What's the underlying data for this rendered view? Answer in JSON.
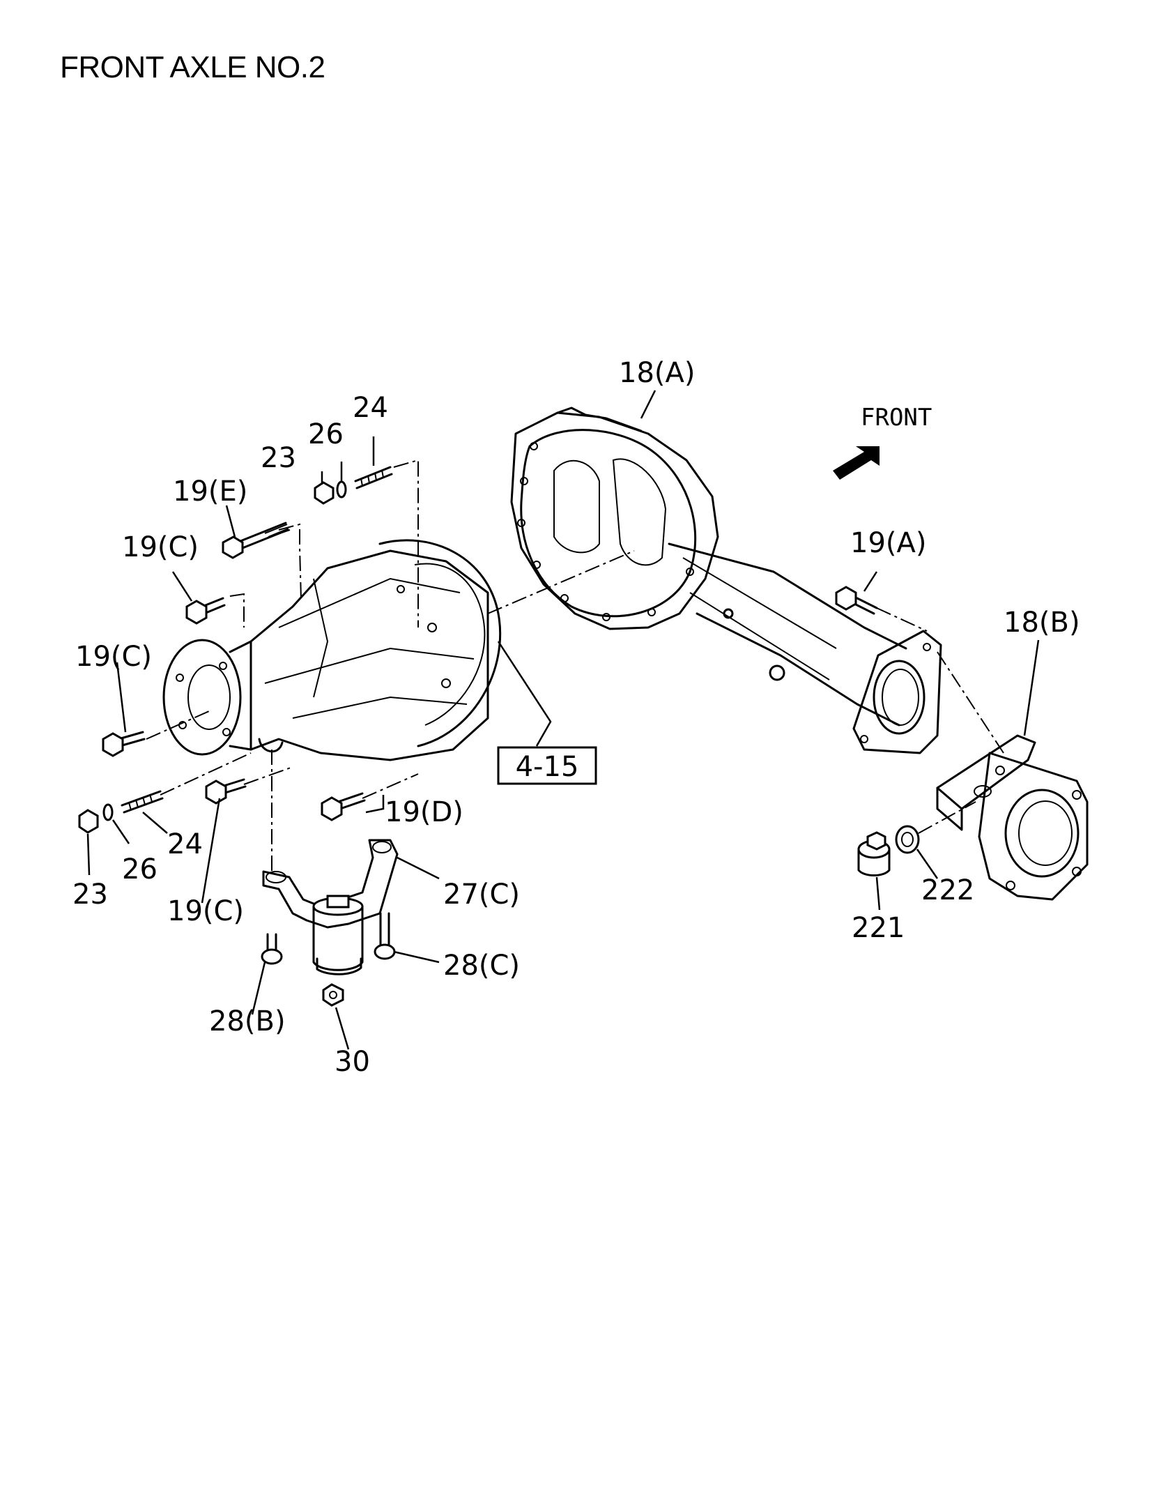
{
  "title": "FRONT AXLE NO.2",
  "front_label": "FRONT",
  "ref_box": "4-15",
  "callouts": {
    "c18a": "18(A)",
    "c18b": "18(B)",
    "c19a": "19(A)",
    "c19c_top": "19(C)",
    "c19c_left": "19(C)",
    "c19c_bottom": "19(C)",
    "c19d": "19(D)",
    "c19e": "19(E)",
    "c23_top": "23",
    "c23_bottom": "23",
    "c24_top": "24",
    "c24_bottom": "24",
    "c26_top": "26",
    "c26_bottom": "26",
    "c27c": "27(C)",
    "c28b": "28(B)",
    "c28c": "28(C)",
    "c30": "30",
    "c221": "221",
    "c222": "222"
  }
}
